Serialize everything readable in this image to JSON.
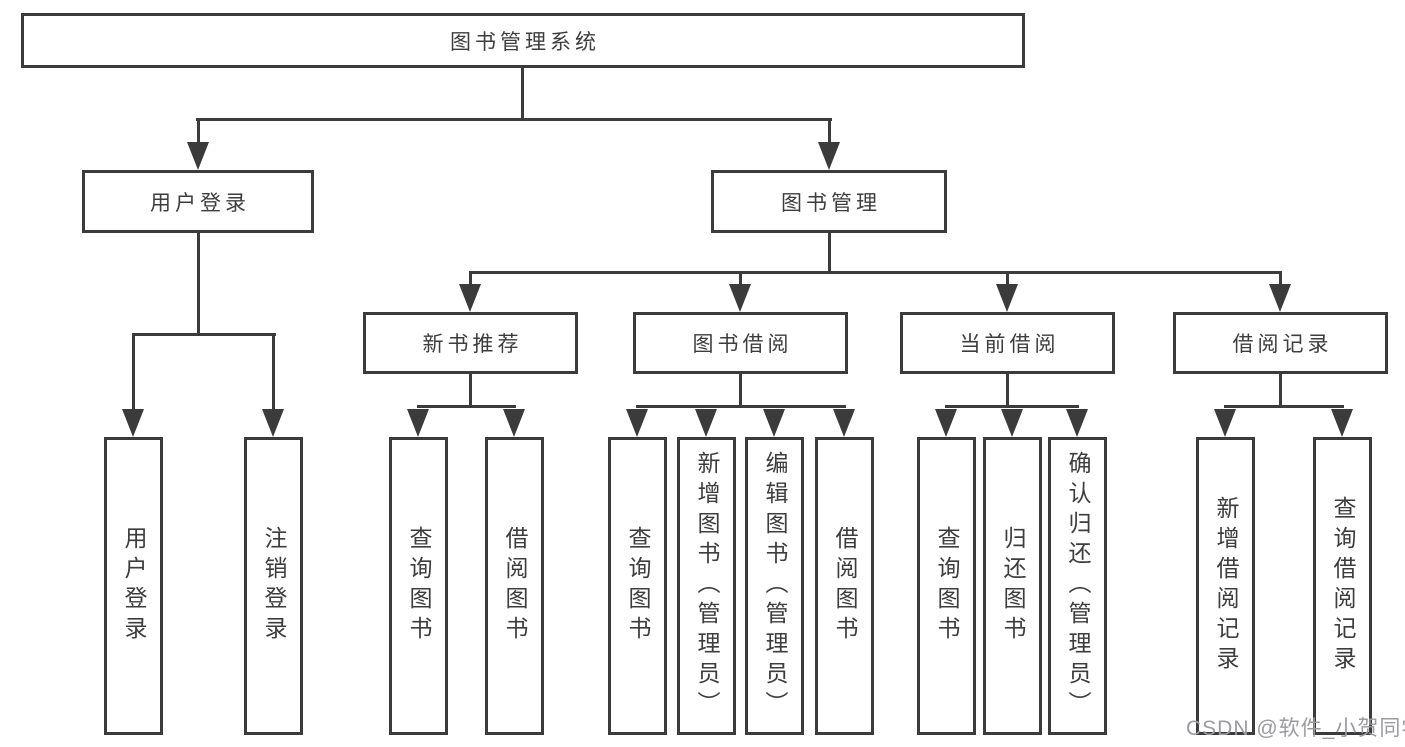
{
  "colors": {
    "line": "#3b3b3b",
    "text": "#3d3d3d",
    "watermark_text": "#9a9aa0",
    "background": "#ffffff"
  },
  "diagram": {
    "root": {
      "label": "图书管理系统"
    },
    "branches": [
      {
        "label": "用户登录",
        "children": [
          {
            "label": "用户登录"
          },
          {
            "label": "注销登录"
          }
        ]
      },
      {
        "label": "图书管理",
        "children": [
          {
            "label": "新书推荐",
            "children": [
              {
                "label": "查询图书"
              },
              {
                "label": "借阅图书"
              }
            ]
          },
          {
            "label": "图书借阅",
            "children": [
              {
                "label": "查询图书"
              },
              {
                "label": "新增图书（管理员）"
              },
              {
                "label": "编辑图书（管理员）"
              },
              {
                "label": "借阅图书"
              }
            ]
          },
          {
            "label": "当前借阅",
            "children": [
              {
                "label": "查询图书"
              },
              {
                "label": "归还图书"
              },
              {
                "label": "确认归还（管理员）"
              }
            ]
          },
          {
            "label": "借阅记录",
            "children": [
              {
                "label": "新增借阅记录"
              },
              {
                "label": "查询借阅记录"
              }
            ]
          }
        ]
      }
    ]
  },
  "watermark": {
    "text": "CSDN @软件_小贺同学"
  }
}
